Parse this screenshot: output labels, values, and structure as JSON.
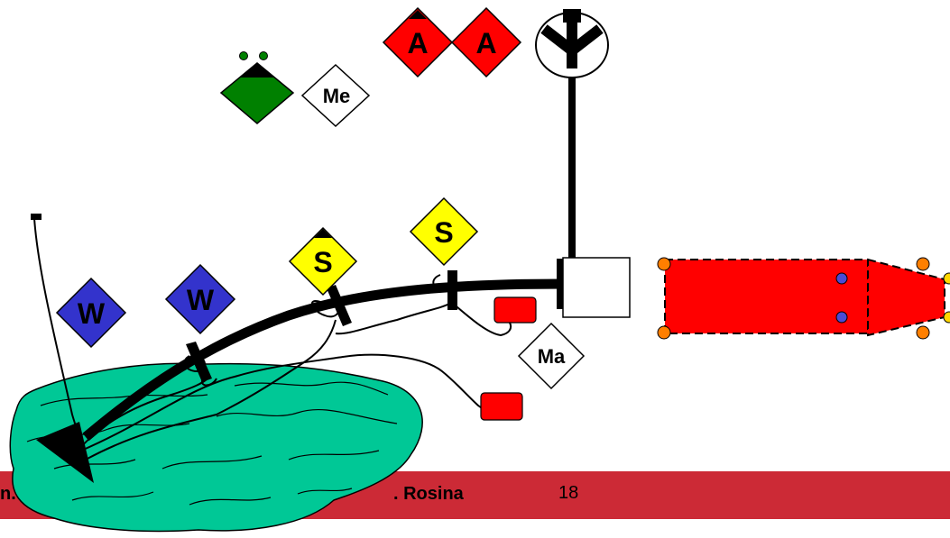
{
  "colors": {
    "footer_bar": "#cc2a36",
    "land": "#00c896",
    "anti_air": "#ff0000",
    "weather": "#3333cc",
    "surveillance": "#ffff00",
    "green_unit": "#008000",
    "vehicle": "#ff0000",
    "vehicle_marker_outer": "#ff7f00",
    "vehicle_marker_inner": "#4b4bd6",
    "callout_red": "#ff0000"
  },
  "symbols": {
    "anti_air_1": "A",
    "anti_air_2": "A",
    "medical": "Me",
    "surveillance_1": "S",
    "surveillance_2": "S",
    "weather_1": "W",
    "weather_2": "W",
    "maintenance": "Ma"
  },
  "footer": {
    "left_text": "n.",
    "author_text": ". Rosina",
    "page_number": "18"
  },
  "icons": {
    "antenna": "antenna-icon",
    "arrowhead": "arrowhead-icon",
    "flag": "flag-icon"
  }
}
